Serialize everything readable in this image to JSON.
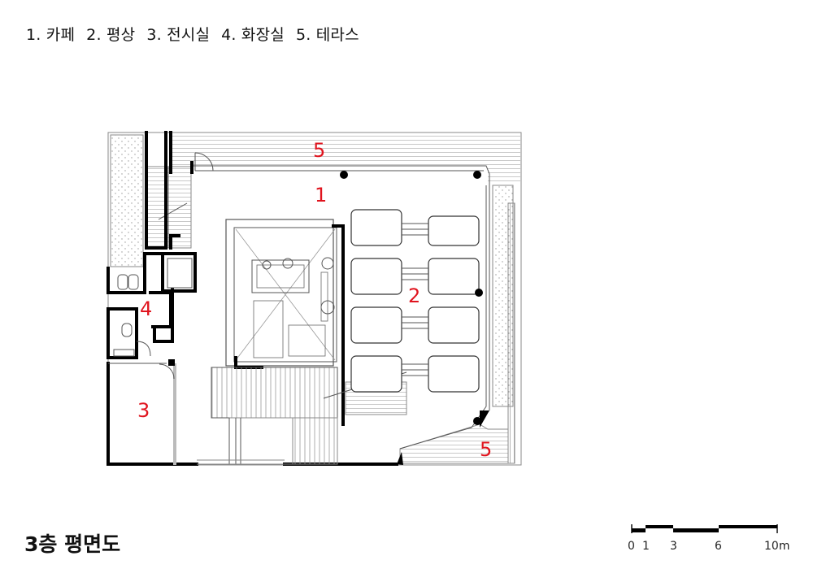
{
  "legend": [
    {
      "num": "1.",
      "name": "카페"
    },
    {
      "num": "2.",
      "name": "평상"
    },
    {
      "num": "3.",
      "name": "전시실"
    },
    {
      "num": "4.",
      "name": "화장실"
    },
    {
      "num": "5.",
      "name": "테라스"
    }
  ],
  "plan": {
    "title": "3층 평면도",
    "room_labels": {
      "cafe": "1",
      "platform": "2",
      "exhibition": "3",
      "restroom": "4",
      "terrace_top": "5",
      "terrace_bottom": "5"
    }
  },
  "scale_bar": {
    "ticks": [
      "0",
      "1",
      "3",
      "6",
      "10m"
    ]
  }
}
